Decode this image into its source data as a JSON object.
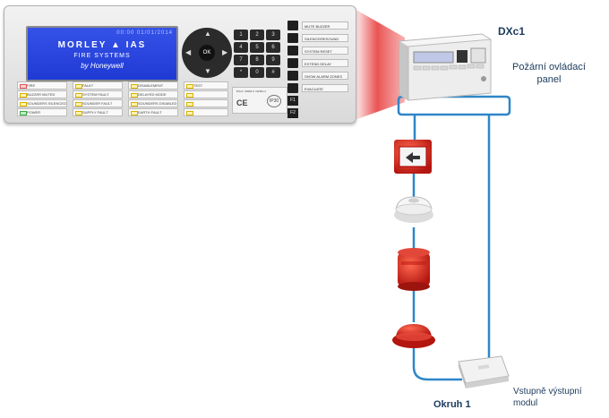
{
  "panel": {
    "lcd_top": "00:00 01/01/2014",
    "brand": "MORLEY ▲ IAS",
    "brand_tag": "FIRE SYSTEMS",
    "brand_sub": "by Honeywell",
    "nav_ok": "OK",
    "keypad": [
      "1",
      "2",
      "3",
      "4",
      "5",
      "6",
      "7",
      "8",
      "9",
      "*",
      "0",
      "#"
    ],
    "function_keys": [
      "MUTE BUZZER",
      "SILENCE/RESOUND",
      "SYSTEM RESET",
      "EXTEND DELAY",
      "SHOW ALARM ZONES",
      "EVACUATE"
    ],
    "aux_keys": [
      "F1",
      "F2"
    ],
    "indicators": [
      [
        "FIRE",
        "BUZZER MUTED",
        "SOUNDERS SILENCED",
        "POWER"
      ],
      [
        "FAULT",
        "SYSTEM FAULT",
        "SOUNDER FAULT",
        "SUPPLY FAULT"
      ],
      [
        "DISABLEMENT",
        "DELAYED MODE",
        "SOUNDERS DISABLED",
        "EARTH FAULT"
      ],
      [
        "TEST",
        "",
        "",
        ""
      ]
    ],
    "cert_text": "DXc1 / EN54-2 / EN54-4",
    "ce_mark": "CE",
    "ip_rating": "IP30"
  },
  "diagram": {
    "title": "DXc1",
    "panel_label": "Požární ovládací panel",
    "loop_label": "Okruh 1",
    "module_label": "Vstupně výstupní modul"
  },
  "colors": {
    "loop": "#2f86c8",
    "lcd": "#2a44de",
    "device_red": "#d62b20",
    "label": "#1a3a5c"
  }
}
